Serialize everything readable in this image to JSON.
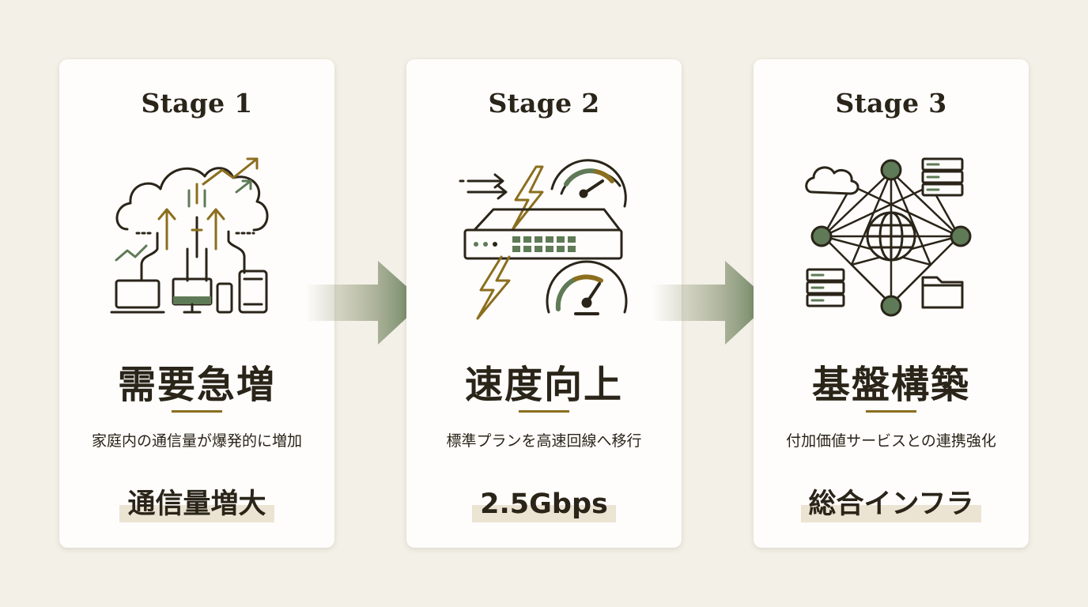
{
  "stages": [
    {
      "title": "Stage 1",
      "icon": "cloud-devices-growth-icon",
      "heading": "需要急増",
      "description": "家庭内の通信量が爆発的に増加",
      "highlight": "通信量増大"
    },
    {
      "title": "Stage 2",
      "icon": "router-speed-gauge-icon",
      "heading": "速度向上",
      "description": "標準プランを高速回線へ移行",
      "highlight": "2.5Gbps"
    },
    {
      "title": "Stage 3",
      "icon": "network-hub-globe-icon",
      "heading": "基盤構築",
      "description": "付加価値サービスとの連携強化",
      "highlight": "総合インフラ"
    }
  ],
  "arrows": [
    "right-arrow-icon",
    "right-arrow-icon"
  ],
  "colors": {
    "background": "#f3f0e7",
    "card": "#fefdfb",
    "text": "#2a2419",
    "gold": "#9a7b1c",
    "green": "#5f7a56",
    "highlight": "#ebe4d3"
  }
}
